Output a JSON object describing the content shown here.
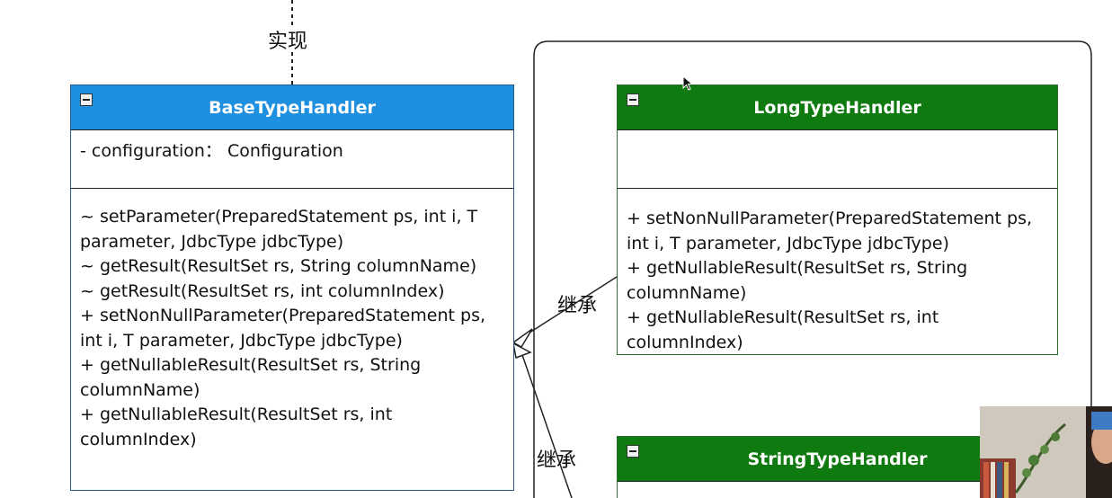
{
  "realize_label": "实现",
  "inherit_label_1": "继承",
  "inherit_label_2": "继承",
  "base_class": {
    "name": "BaseTypeHandler",
    "attributes": [
      "- configuration： Configuration"
    ],
    "methods": [
      "~ setParameter(PreparedStatement ps, int i, T parameter, JdbcType jdbcType)",
      "~ getResult(ResultSet rs, String columnName)",
      "~ getResult(ResultSet rs, int columnIndex)",
      "+ setNonNullParameter(PreparedStatement ps, int i, T parameter, JdbcType jdbcType)",
      "+ getNullableResult(ResultSet rs, String columnName)",
      "+ getNullableResult(ResultSet rs, int columnIndex)"
    ]
  },
  "long_class": {
    "name": "LongTypeHandler",
    "methods": [
      "+ setNonNullParameter(PreparedStatement ps, int i, T parameter, JdbcType jdbcType)",
      "+ getNullableResult(ResultSet rs, String columnName)",
      "+ getNullableResult(ResultSet rs, int columnIndex)"
    ]
  },
  "string_class": {
    "name": "StringTypeHandler"
  },
  "colors": {
    "base_header": "#1f8fe0",
    "sub_header": "#0f7a0f"
  }
}
